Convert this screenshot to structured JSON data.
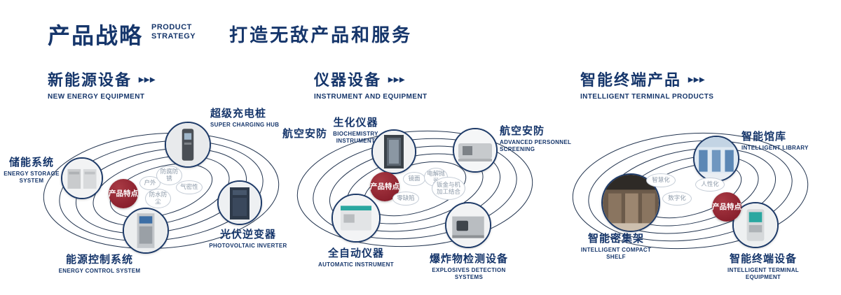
{
  "header": {
    "title": "产品战略",
    "subtitle": [
      "PRODUCT",
      "STRATEGY"
    ],
    "slogan": "打造无敌产品和服务"
  },
  "colors": {
    "navy": "#16366b",
    "badge_red": "#7e1624"
  },
  "sections": [
    {
      "title": "新能源设备",
      "arrows": "▸▸▸",
      "subtitle": "NEW ENERGY EQUIPMENT",
      "badge": "产品特点",
      "features": [
        "户外",
        "防腐防锈",
        "气密性",
        "防水防尘"
      ],
      "products": [
        {
          "name": "超级充电桩",
          "en": "SUPER CHARGING HUB"
        },
        {
          "name": "储能系统",
          "en": "ENERGY STORAGE SYSTEM"
        },
        {
          "name": "光伏逆变器",
          "en": "PHOTOVOLTAIC INVERTER"
        },
        {
          "name": "能源控制系统",
          "en": "ENERGY CONTROL SYSTEM"
        }
      ]
    },
    {
      "title": "仪器设备",
      "arrows": "▸▸▸",
      "subtitle": "INSTRUMENT AND EQUIPMENT",
      "badge": "产品特点",
      "extra_label": "航空安防",
      "features": [
        "镜面",
        "电解抛光",
        "零缺陷",
        "钣金与机加工结合"
      ],
      "products": [
        {
          "name": "生化仪器",
          "en": "BIOCHEMISTRY INSTRUMENT"
        },
        {
          "name": "航空安防",
          "en": "ADVANCED PERSONNEL SCREENING"
        },
        {
          "name": "全自动仪器",
          "en": "AUTOMATIC INSTRUMENT"
        },
        {
          "name": "爆炸物检测设备",
          "en": "EXPLOSIVES DETECTION SYSTEMS"
        }
      ]
    },
    {
      "title": "智能终端产品",
      "arrows": "▸▸▸",
      "subtitle": "INTELLIGENT TERMINAL PRODUCTS",
      "badge": "产品特点",
      "features": [
        "智慧化",
        "人性化",
        "数字化"
      ],
      "products": [
        {
          "name": "智能馆库",
          "en": "INTELLIGENT LIBRARY"
        },
        {
          "name": "智能密集架",
          "en": "INTELLIGENT COMPACT SHELF"
        },
        {
          "name": "智能终端设备",
          "en": "INTELLIGENT TERMINAL EQUIPMENT"
        }
      ]
    }
  ]
}
